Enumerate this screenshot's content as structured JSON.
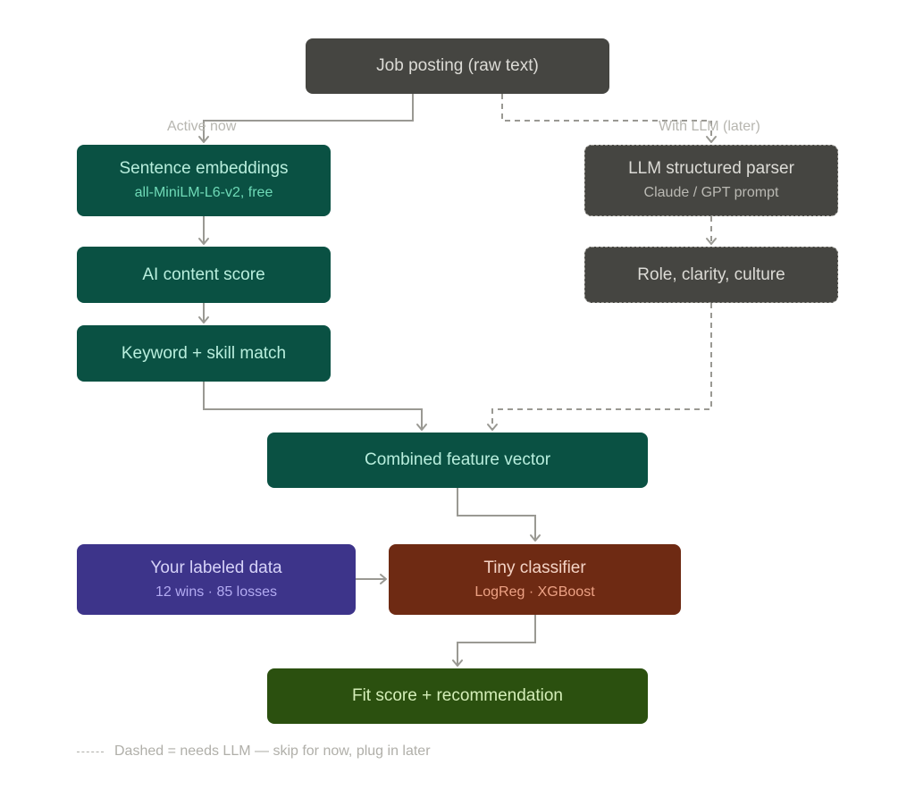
{
  "nodes": {
    "job_posting": {
      "title": "Job posting (raw text)"
    },
    "embeddings": {
      "title": "Sentence embeddings",
      "subtitle": "all-MiniLM-L6-v2, free"
    },
    "ai_score": {
      "title": "AI content score"
    },
    "keyword_match": {
      "title": "Keyword + skill match"
    },
    "llm_parser": {
      "title": "LLM structured parser",
      "subtitle": "Claude / GPT prompt"
    },
    "role_clarity": {
      "title": "Role, clarity, culture"
    },
    "feature_vector": {
      "title": "Combined feature vector"
    },
    "labeled_data": {
      "title": "Your labeled data",
      "subtitle": "12 wins · 85 losses"
    },
    "classifier": {
      "title": "Tiny classifier",
      "subtitle": "LogReg · XGBoost"
    },
    "fit_score": {
      "title": "Fit score + recommendation"
    }
  },
  "branch_labels": {
    "active": "Active now",
    "llm": "With LLM (later)"
  },
  "legend": {
    "text": "Dashed = needs LLM — skip for now, plug in later"
  },
  "colors": {
    "connector": "#9a9993",
    "gray": "#454541",
    "teal": "#0a5143",
    "purple": "#3d348a",
    "rust": "#6e2a13",
    "green": "#2b500f"
  }
}
